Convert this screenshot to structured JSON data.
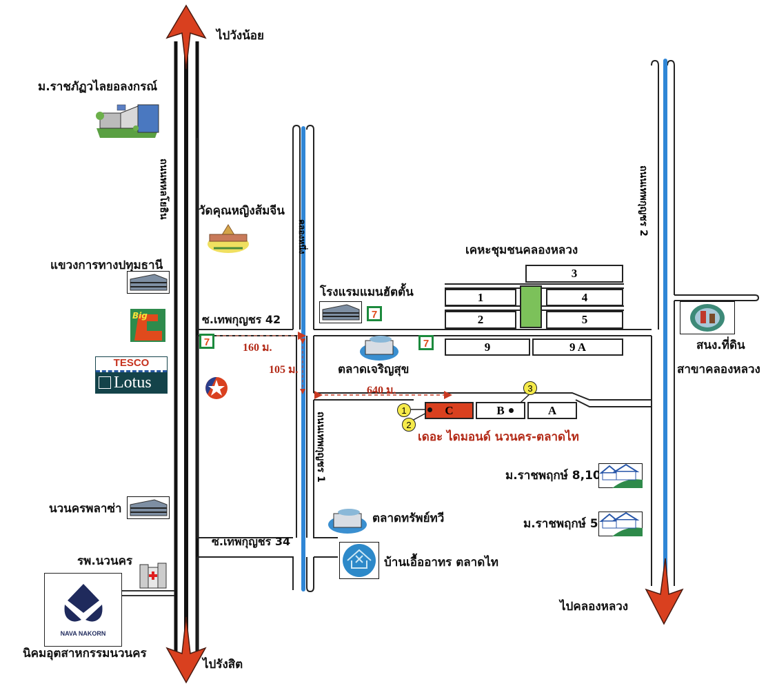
{
  "directions": {
    "north": "ไปวังน้อย",
    "south": "ไปรังสิต",
    "southeast": "ไปคลองหลวง"
  },
  "roads": {
    "phahonyothin": "ถนนพหลโยธิน",
    "canal": "คลองหนึ่ง",
    "thepkunchon1": "ถนนเทพกุญชร 1",
    "thepkunchon2": "ถนนเทพกุญชร 2",
    "soi42": "ซ.เทพกุญชร 42",
    "soi34": "ซ.เทพกุญชร 34"
  },
  "landmarks": {
    "rajabhat": "ม.ราชภัฏวไลยอลงกรณ์",
    "highway_office": "แขวงการทางปทุมธานี",
    "navanakorn_plaza": "นวนครพลาซ่า",
    "hospital": "รพ.นวนคร",
    "industrial_estate": "นิคมอุตสาหกรรมนวนคร",
    "navanakorn_logo_text": "NAVA NAKORN",
    "temple": "วัดคุณหญิงส้มจีน",
    "hotel": "โรงแรมแมนฮัตตั้น",
    "charoensuk_market": "ตลาดเจริญสุข",
    "subtawee_market": "ตลาดทรัพย์ทวี",
    "baan_uea_arthorn": "บ้านเอื้ออาทร ตลาดไท",
    "community": "เคหะชุมชนคลองหลวง",
    "land_office_1": "สนง.ที่ดิน",
    "land_office_2": "สาขาคลองหลวง",
    "ratchaphruek_810": "ม.ราชพฤกษ์ 8,10",
    "ratchaphruek_5": "ม.ราชพฤกษ์ 5",
    "bigc_text": "Big",
    "tesco_text": "TESCO",
    "lotus_text": "Lotus"
  },
  "project": {
    "name": "เดอะ ไดมอนด์ นวนคร-ตลาดไท",
    "highlight_color": "#d9401f",
    "plots": [
      "C",
      "B",
      "A"
    ],
    "pins": [
      "1",
      "2",
      "3"
    ]
  },
  "community_blocks": [
    "1",
    "2",
    "3",
    "4",
    "5",
    "9",
    "9 A"
  ],
  "distances": {
    "d160": "160 ม.",
    "d105": "105 ม.",
    "d640": "640 ม."
  },
  "colors": {
    "arrow": "#d9401f",
    "canal": "#2f86d6",
    "park": "#7cc15a"
  }
}
